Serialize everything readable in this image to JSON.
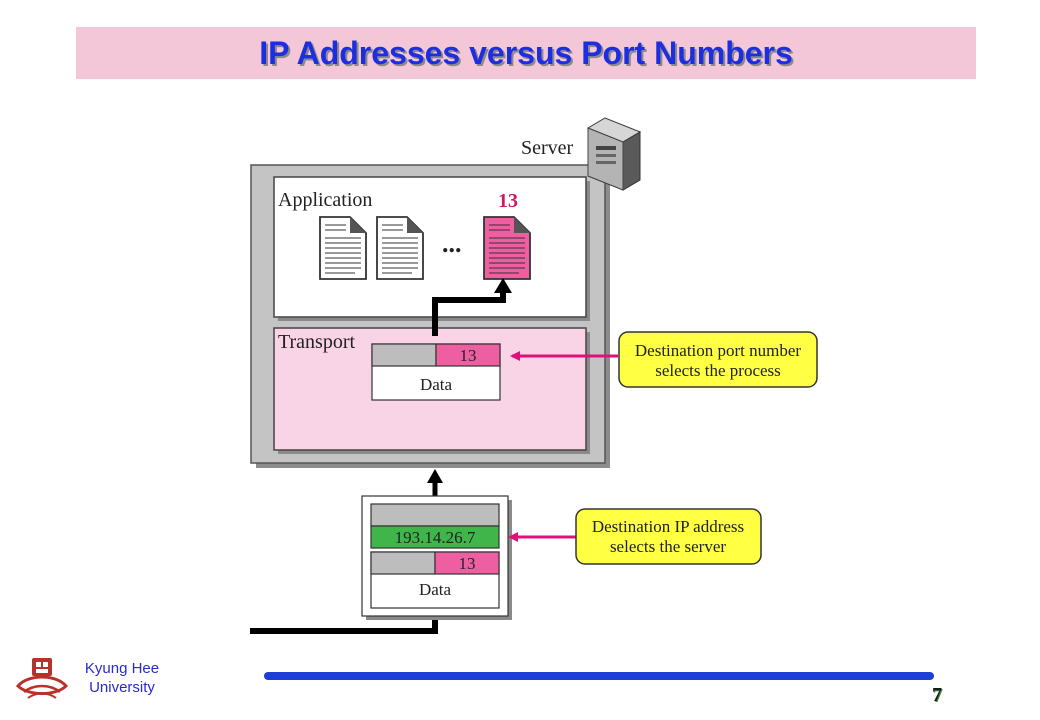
{
  "title": "IP Addresses versus Port Numbers",
  "diagram": {
    "server_label": "Server",
    "application_label": "Application",
    "process_port": "13",
    "ellipsis": "...",
    "transport_label": "Transport",
    "transport_packet": {
      "port": "13",
      "data": "Data"
    },
    "incoming_packet": {
      "ip": "193.14.26.7",
      "port": "13",
      "data": "Data"
    },
    "callout_port": {
      "line1": "Destination port number",
      "line2": "selects the process"
    },
    "callout_ip": {
      "line1": "Destination IP address",
      "line2": "selects the server"
    }
  },
  "footer": {
    "university_line1": "Kyung Hee",
    "university_line2": "University",
    "page_number": "7"
  },
  "colors": {
    "title_bg": "#f3c6d8",
    "title_text": "#1d2ee0",
    "transport_bg": "#f8d4e6",
    "port_field": "#ee5fa1",
    "ip_field": "#3fb54a",
    "callout_bg": "#ffff44",
    "arrow_magenta": "#e0107a",
    "footer_line": "#1d3fd6"
  }
}
